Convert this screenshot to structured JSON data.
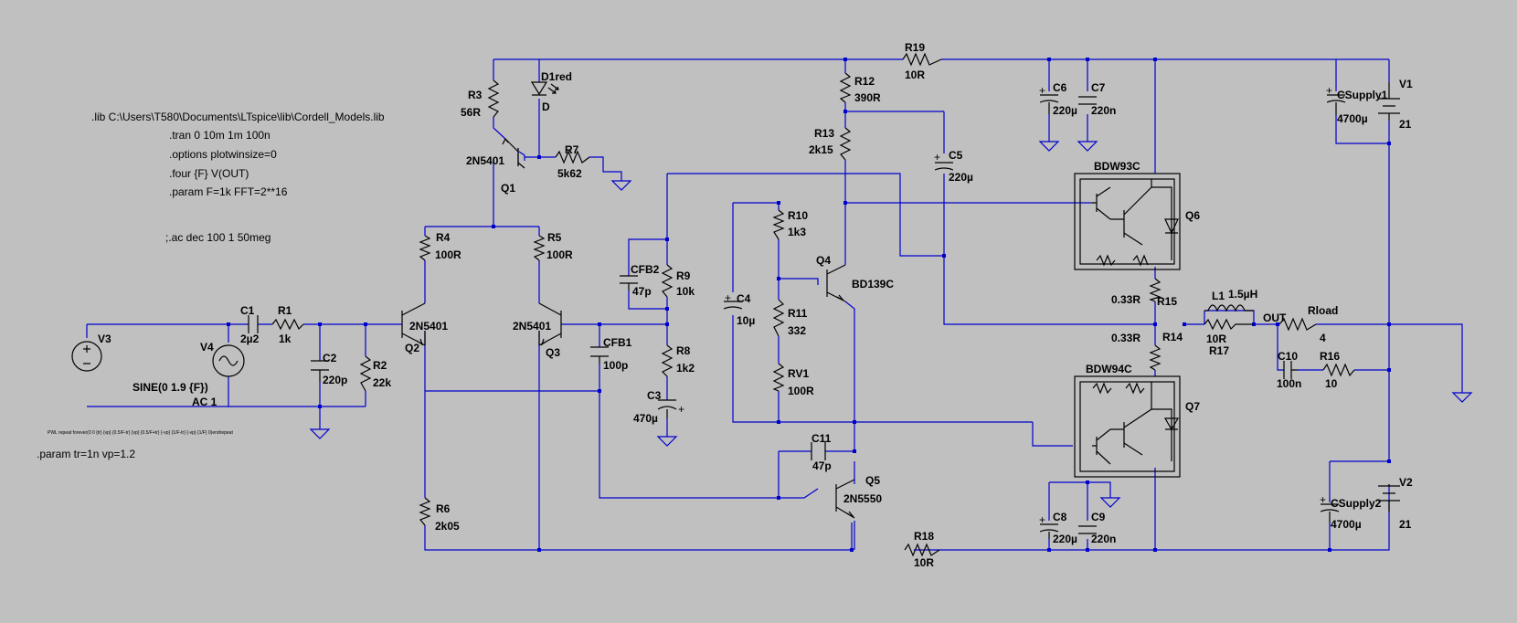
{
  "directives": {
    "lib": ".lib C:\\Users\\T580\\Documents\\LTspice\\lib\\Cordell_Models.lib",
    "tran": ".tran 0 10m 1m 100n",
    "options": ".options plotwinsize=0",
    "four": ".four {F} V(OUT)",
    "param1": ".param F=1k FFT=2**16",
    "ac": ";.ac dec 100 1 50meg",
    "pwl": "PWL repeat forever(0 0 {tr} {vp} {0.5/F-tr} {vp} {0.5/F+tr} {-vp} {1/F-tr} {-vp} {1/F} 0)endrepeat",
    "param2": ".param tr=1n vp=1.2"
  },
  "sources": {
    "v3": {
      "name": "V3"
    },
    "v4": {
      "name": "V4",
      "value": "SINE(0 1.9 {F})",
      "ac": "AC 1"
    },
    "v1": {
      "name": "V1",
      "value": "21"
    },
    "v2": {
      "name": "V2",
      "value": "21"
    }
  },
  "resistors": {
    "r1": {
      "name": "R1",
      "value": "1k"
    },
    "r2": {
      "name": "R2",
      "value": "22k"
    },
    "r3": {
      "name": "R3",
      "value": "56R"
    },
    "r4": {
      "name": "R4",
      "value": "100R"
    },
    "r5": {
      "name": "R5",
      "value": "100R"
    },
    "r6": {
      "name": "R6",
      "value": "2k05"
    },
    "r7": {
      "name": "R7",
      "value": "5k62"
    },
    "r8": {
      "name": "R8",
      "value": "1k2"
    },
    "r9": {
      "name": "R9",
      "value": "10k"
    },
    "r10": {
      "name": "R10",
      "value": "1k3"
    },
    "r11": {
      "name": "R11",
      "value": "332"
    },
    "rv1": {
      "name": "RV1",
      "value": "100R"
    },
    "r12": {
      "name": "R12",
      "value": "390R"
    },
    "r13": {
      "name": "R13",
      "value": "2k15"
    },
    "r14": {
      "name": "R14",
      "value": "0.33R"
    },
    "r15": {
      "name": "R15",
      "value": "0.33R"
    },
    "r16": {
      "name": "R16",
      "value": "10"
    },
    "r17": {
      "name": "R17",
      "value": "10R"
    },
    "r18": {
      "name": "R18",
      "value": "10R"
    },
    "r19": {
      "name": "R19",
      "value": "10R"
    },
    "rload": {
      "name": "Rload",
      "value": "4"
    }
  },
  "capacitors": {
    "c1": {
      "name": "C1",
      "value": "2µ2"
    },
    "c2": {
      "name": "C2",
      "value": "220p"
    },
    "c3": {
      "name": "C3",
      "value": "470µ"
    },
    "c4": {
      "name": "C4",
      "value": "10µ"
    },
    "c5": {
      "name": "C5",
      "value": "220µ"
    },
    "c6": {
      "name": "C6",
      "value": "220µ"
    },
    "c7": {
      "name": "C7",
      "value": "220n"
    },
    "c8": {
      "name": "C8",
      "value": "220µ"
    },
    "c9": {
      "name": "C9",
      "value": "220n"
    },
    "c10": {
      "name": "C10",
      "value": "100n"
    },
    "c11": {
      "name": "C11",
      "value": "47p"
    },
    "cfb1": {
      "name": "CFB1",
      "value": "100p"
    },
    "cfb2": {
      "name": "CFB2",
      "value": "47p"
    },
    "csupply1": {
      "name": "CSupply1",
      "value": "4700µ"
    },
    "csupply2": {
      "name": "CSupply2",
      "value": "4700µ"
    }
  },
  "transistors": {
    "q1": {
      "name": "Q1",
      "model": "2N5401"
    },
    "q2": {
      "name": "Q2",
      "model": "2N5401"
    },
    "q3": {
      "name": "Q3",
      "model": "2N5401"
    },
    "q4": {
      "name": "Q4",
      "model": "BD139C"
    },
    "q5": {
      "name": "Q5",
      "model": "2N5550"
    },
    "q6": {
      "name": "Q6",
      "model": "BDW93C"
    },
    "q7": {
      "name": "Q7",
      "model": "BDW94C"
    }
  },
  "diode": {
    "name": "D1red",
    "model": "D"
  },
  "inductor": {
    "name": "L1",
    "value": "1.5µH"
  },
  "net_labels": {
    "out": "OUT"
  },
  "colors": {
    "background": "#c0c0c0",
    "wire": "#0000cc",
    "component": "#000000"
  }
}
